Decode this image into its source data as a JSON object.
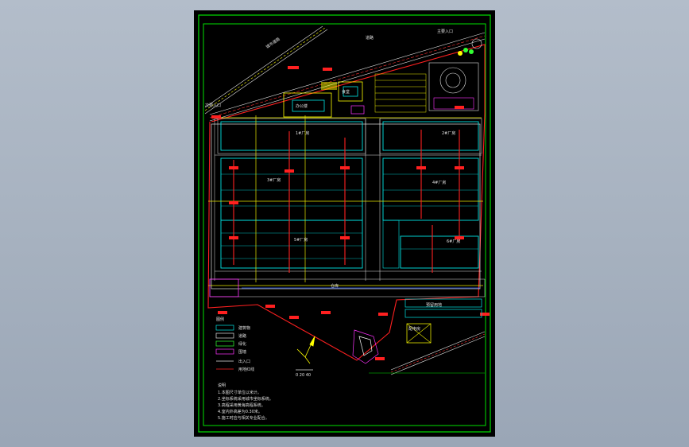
{
  "viewport": {
    "background_top": "#b3bdca",
    "background_bottom": "#9aa6b6"
  },
  "drawing": {
    "sheet_color": "#000000",
    "colors": {
      "frame": "#00e000",
      "building": "#00e5e5",
      "road": "#e0e0e0",
      "axis": "#e6e600",
      "dim": "#ff2020",
      "boundary": "#ff2020",
      "hatch": "#ff33ff",
      "parking": "#e6e600",
      "tree": "#33ff33"
    },
    "labels": {
      "north_gate": "主要入口",
      "road_north": "城市道路",
      "road_label": "道路",
      "office": "办公楼",
      "canteen": "食堂",
      "gate_west": "次要入口",
      "plant_1": "1#厂房",
      "plant_2": "2#厂房",
      "plant_3": "3#厂房",
      "plant_4": "4#厂房",
      "plant_5": "5#厂房",
      "plant_6": "6#厂房",
      "warehouse": "仓库",
      "future_plant": "预留用地",
      "substation": "配电房",
      "legend_title": "图例",
      "notes_title": "说明"
    },
    "legend": [
      "建筑物",
      "道路",
      "绿化",
      "围墙",
      "出入口",
      "用地红线"
    ],
    "notes": [
      "1.本图尺寸单位以米计。",
      "2.坐标系统采用城市坐标系统。",
      "3.高程采用黄海高程系统。",
      "4.室内外高差为0.30米。",
      "5.施工时应与相关专业配合。"
    ],
    "scale_text": "0 20 40"
  }
}
